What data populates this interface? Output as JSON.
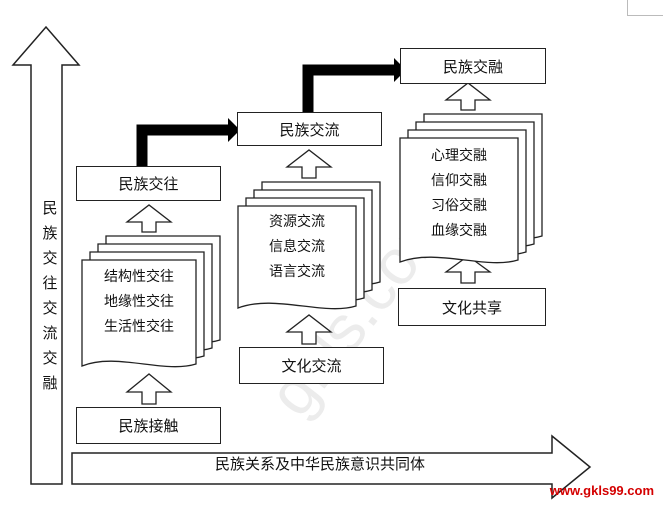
{
  "nodes": {
    "contact": "民族接触",
    "interaction": "民族交往",
    "communication": "民族交流",
    "fusion": "民族交融",
    "cultural_exchange": "文化交流",
    "cultural_sharing": "文化共享"
  },
  "stacks": {
    "interaction_types": [
      "结构性交往",
      "地缘性交往",
      "生活性交往"
    ],
    "communication_types": [
      "资源交流",
      "信息交流",
      "语言交流"
    ],
    "fusion_types": [
      "心理交融",
      "信仰交融",
      "习俗交融",
      "血缘交融"
    ]
  },
  "axes": {
    "vertical": "民族交往交流交融",
    "horizontal": "民族关系及中华民族意识共同体"
  },
  "watermark": "www.gkls99.com",
  "colors": {
    "line": "#222222",
    "thick_arrow": "#000000",
    "watermark": "#d40000"
  }
}
